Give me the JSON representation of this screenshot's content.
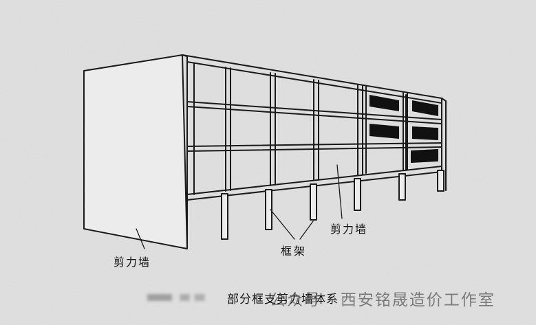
{
  "labels": {
    "shear_wall_left": "剪力墙",
    "shear_wall_right": "剪力墙",
    "frame": "框架"
  },
  "caption": "部分框支剪力墙体系",
  "watermark": "公众号 · 西安铭晟造价工作室",
  "colors": {
    "background": "#e3e3e3",
    "line": "#1a1a1a",
    "window": "#111111"
  }
}
